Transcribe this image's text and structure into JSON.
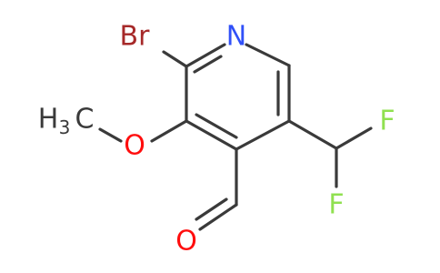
{
  "molecule": {
    "atoms": {
      "bromine": "Br",
      "nitrogen": "N",
      "methoxy_o": "O",
      "methyl_h": "H",
      "methyl_sub": "3",
      "methyl_c": "C",
      "fluorine_top": "F",
      "fluorine_bottom": "F",
      "aldehyde_o": "O"
    },
    "colors": {
      "carbon_bond": "#000000",
      "nitrogen": "#3050f8",
      "oxygen": "#ff0d0d",
      "bromine": "#a62929",
      "fluorine": "#90e050",
      "label_dark": "#3a3a3a"
    }
  }
}
